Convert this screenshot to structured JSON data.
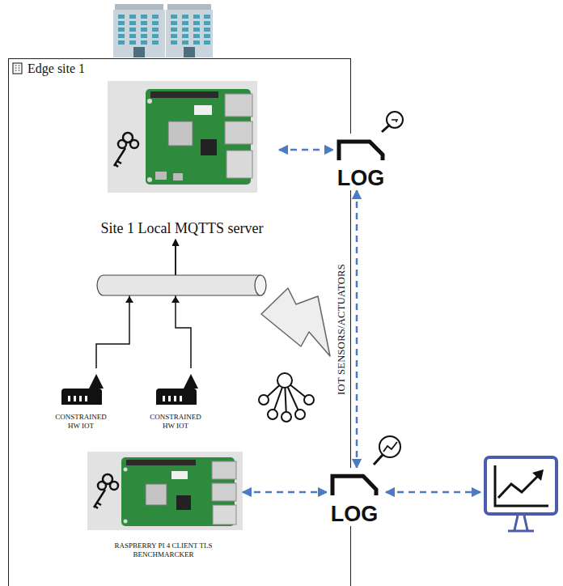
{
  "diagram": {
    "nodes": [
      {
        "text": [
          "Edge site 1"
        ]
      },
      {
        "text": [
          "Site 1 Local MQTTS server"
        ],
        "in": 0
      },
      {
        "text": [
          "LOG"
        ]
      },
      {
        "text": [
          "CONSTRAINED HW IOT"
        ],
        "in": 0
      },
      {
        "text": [
          "CONSTRAINED HW IOT"
        ],
        "in": 0
      },
      {
        "text": [
          "RASPBERRY PI 4 CLIENT TLS BENCHMARCKER"
        ],
        "in": 0
      },
      {
        "text": [
          "LOG"
        ]
      }
    ],
    "edges": [
      {
        "from": 1,
        "to": 2,
        "arrow": "both"
      },
      {
        "from": 3,
        "to": 1,
        "arrow": "to"
      },
      {
        "from": 4,
        "to": 1,
        "arrow": "to"
      },
      {
        "from": 2,
        "to": 6,
        "arrow": "both",
        "label": "IOT SENSORS/ACTUATORS"
      },
      {
        "from": 5,
        "to": 6,
        "arrow": "both"
      }
    ]
  }
}
